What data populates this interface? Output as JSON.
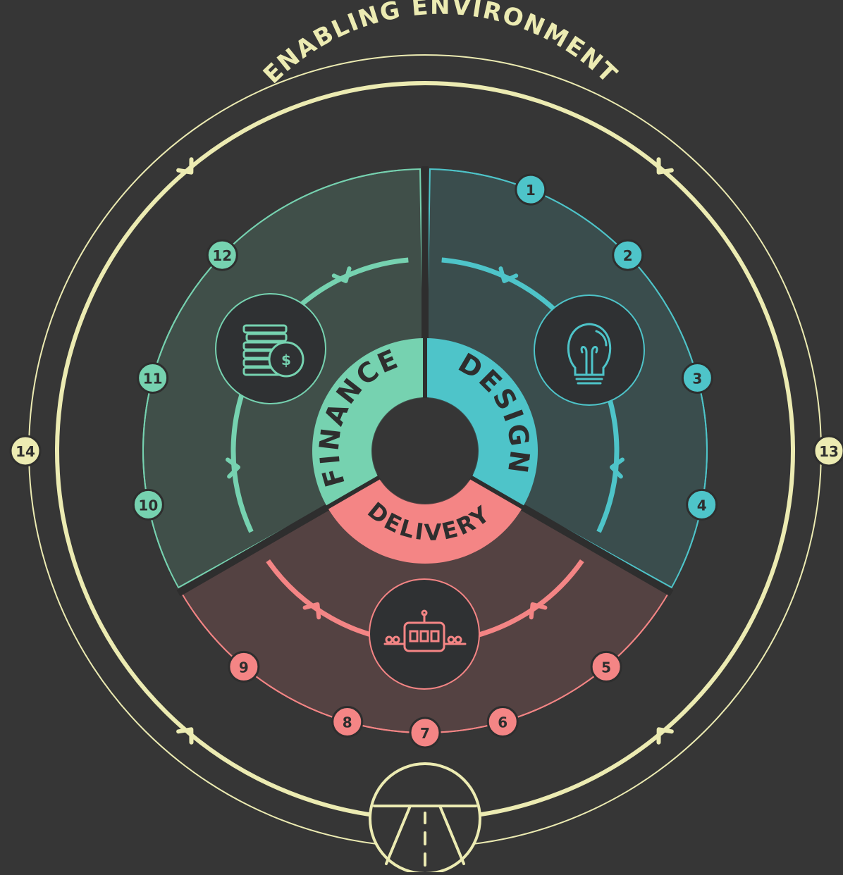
{
  "diagram": {
    "title": "ENABLING ENVIRONMENT",
    "segments": [
      {
        "key": "design",
        "label": "DESIGN",
        "color": "#4ec4c9",
        "icon": "lightbulb-icon"
      },
      {
        "key": "delivery",
        "label": "DELIVERY",
        "color": "#f48585",
        "icon": "assembly-line-icon"
      },
      {
        "key": "finance",
        "label": "FINANCE",
        "color": "#76d2b0",
        "icon": "coins-dollar-icon"
      }
    ],
    "steps": [
      {
        "num": "1",
        "segment": "design"
      },
      {
        "num": "2",
        "segment": "design"
      },
      {
        "num": "3",
        "segment": "design"
      },
      {
        "num": "4",
        "segment": "design"
      },
      {
        "num": "5",
        "segment": "delivery"
      },
      {
        "num": "6",
        "segment": "delivery"
      },
      {
        "num": "7",
        "segment": "delivery"
      },
      {
        "num": "8",
        "segment": "delivery"
      },
      {
        "num": "9",
        "segment": "delivery"
      },
      {
        "num": "10",
        "segment": "finance"
      },
      {
        "num": "11",
        "segment": "finance"
      },
      {
        "num": "12",
        "segment": "finance"
      },
      {
        "num": "13",
        "segment": "environment"
      },
      {
        "num": "14",
        "segment": "environment"
      }
    ],
    "colors": {
      "background": "#363636",
      "environment": "#ecebb2",
      "dark": "#2e2e2e"
    },
    "bottom_icon": "road-icon"
  }
}
